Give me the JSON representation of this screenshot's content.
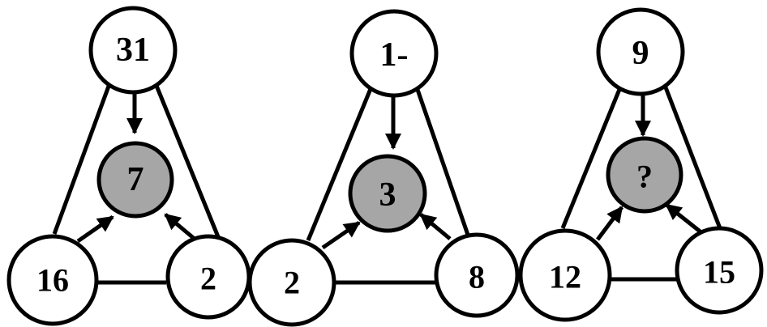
{
  "colors": {
    "background": "#ffffff",
    "stroke": "#000000",
    "outer_fill": "#ffffff",
    "center_fill": "#a6a6a6"
  },
  "puzzles": [
    {
      "top": "31",
      "center": "7",
      "left": "16",
      "right": "2"
    },
    {
      "top": "1-",
      "center": "3",
      "left": "2",
      "right": "8"
    },
    {
      "top": "9",
      "center": "?",
      "left": "12",
      "right": "15"
    }
  ]
}
